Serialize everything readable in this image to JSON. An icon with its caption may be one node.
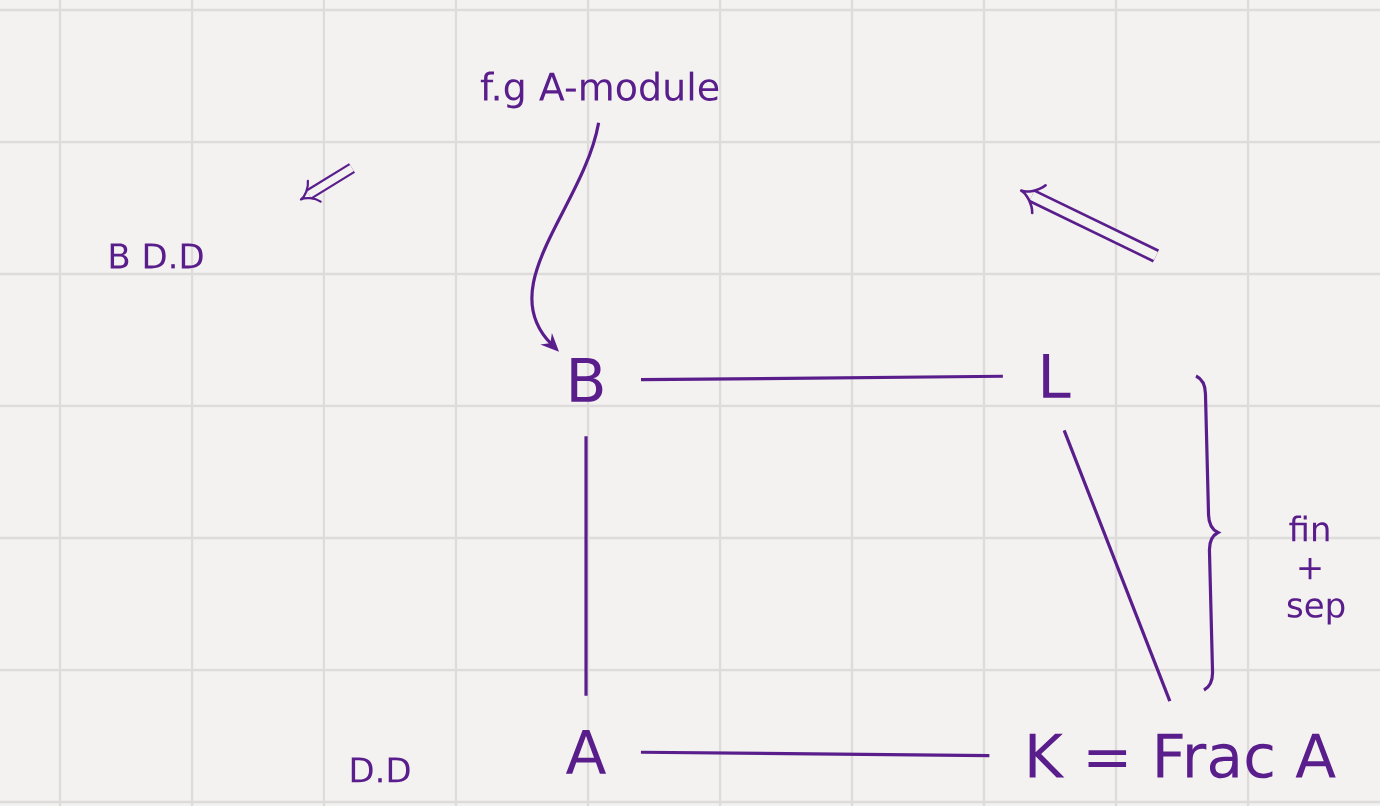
{
  "diagram": {
    "nodes": [
      {
        "text": [
          "f.g A-module"
        ]
      },
      {
        "text": [
          "B"
        ]
      },
      {
        "text": [
          "L"
        ]
      },
      {
        "text": [
          "A"
        ]
      },
      {
        "text": [
          "K = Frac A"
        ]
      }
    ],
    "edges": [
      {
        "from": 0,
        "to": 1,
        "arrow": "to"
      },
      {
        "from": 1,
        "to": 2,
        "arrow": "none"
      },
      {
        "from": 1,
        "to": 3,
        "arrow": "none"
      },
      {
        "from": 2,
        "to": 4,
        "arrow": "none"
      },
      {
        "from": 3,
        "to": 4,
        "arrow": "none"
      }
    ],
    "labels": [
      "B D.D",
      "D.D",
      "fin + sep"
    ]
  }
}
